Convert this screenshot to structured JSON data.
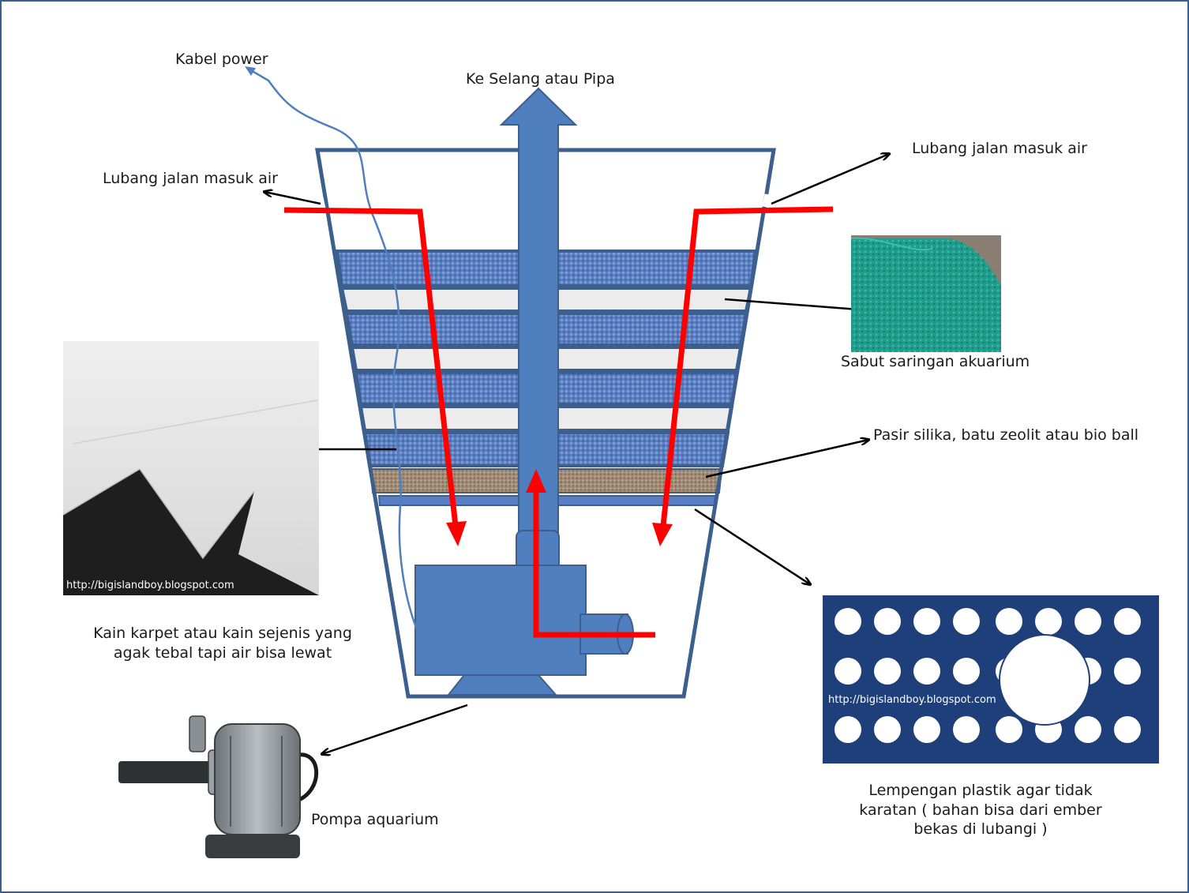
{
  "labels": {
    "kabel_power": "Kabel power",
    "ke_selang": "Ke Selang atau Pipa",
    "lubang_left": "Lubang jalan masuk air",
    "lubang_right": "Lubang jalan masuk air",
    "sabut": "Sabut saringan akuarium",
    "pasir": "Pasir silika, batu zeolit atau bio ball",
    "kain_line1": "Kain karpet atau kain sejenis yang",
    "kain_line2": "agak tebal tapi air bisa lewat",
    "pompa": "Pompa aquarium",
    "lempengan_line1": "Lempengan plastik agar tidak",
    "lempengan_line2": "karatan ( bahan bisa dari ember",
    "lempengan_line3": "bekas di lubangi )"
  },
  "watermarks": {
    "cloth_photo": "http://bigislandboy.blogspot.com",
    "plate": "http://bigislandboy.blogspot.com"
  },
  "colors": {
    "bucket_stroke": "#3c5f8e",
    "pipe_blue": "#4f7fbf",
    "water_flow_red": "#ff0000",
    "filter_blue": "#5a7fc4",
    "filter_white": "#ececec",
    "sand": "#a08a74",
    "plate_blue": "#1f3f7a",
    "sponge_green": "#1f9c8c"
  }
}
